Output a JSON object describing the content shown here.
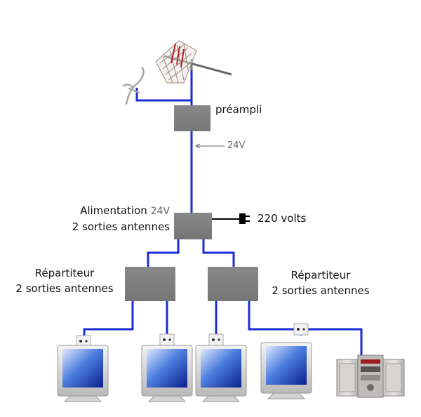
{
  "colors": {
    "cable": "#1b2bd6",
    "box": "#7f7f7f",
    "power_cord": "#000000",
    "label_text": "#111111",
    "voltage_text": "#666666"
  },
  "labels": {
    "preampli": "préampli",
    "voltage_arrow": "24V",
    "alimentation_title": "Alimentation",
    "alimentation_voltage": "24V",
    "alimentation_sub": "2 sorties antennes",
    "power_input": "220 volts",
    "repartiteur_left_title": "Répartiteur",
    "repartiteur_left_sub": "2 sorties antennes",
    "repartiteur_right_title": "Répartiteur",
    "repartiteur_right_sub": "2 sorties antennes"
  },
  "icons": {
    "antenna_uhf": "uhf-grid-antenna-icon",
    "antenna_vhf": "vhf-antenna-icon",
    "wall_socket": "wall-socket-icon",
    "monitor": "tv-monitor-icon",
    "stereo": "hifi-stereo-icon",
    "plug": "power-plug-icon"
  }
}
